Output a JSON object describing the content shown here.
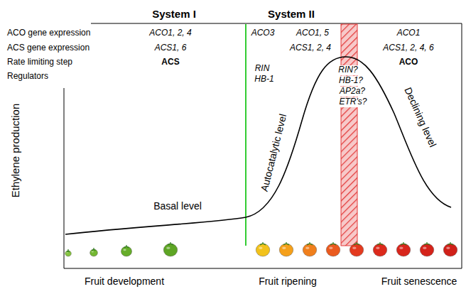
{
  "diagram": {
    "labels": [
      "System I",
      "System II",
      "ACO gene expression",
      "ACS gene expression",
      "Rate limiting step",
      "Regulators",
      "ACO1, 2, 4",
      "ACS1, 6",
      "ACS",
      "ACO3",
      "RIN",
      "HB-1",
      "ACO1, 5",
      "ACS1, 2, 4",
      "RIN?",
      "HB-1?",
      "AP2a?",
      "ETR's?",
      "ACO1",
      "ACS1, 2, 4, 6",
      "ACO",
      "Ethylene production",
      "Basal level",
      "Autocatalytic level",
      "Declining level",
      "Fruit development",
      "Fruit ripening",
      "Fruit senescence"
    ]
  }
}
